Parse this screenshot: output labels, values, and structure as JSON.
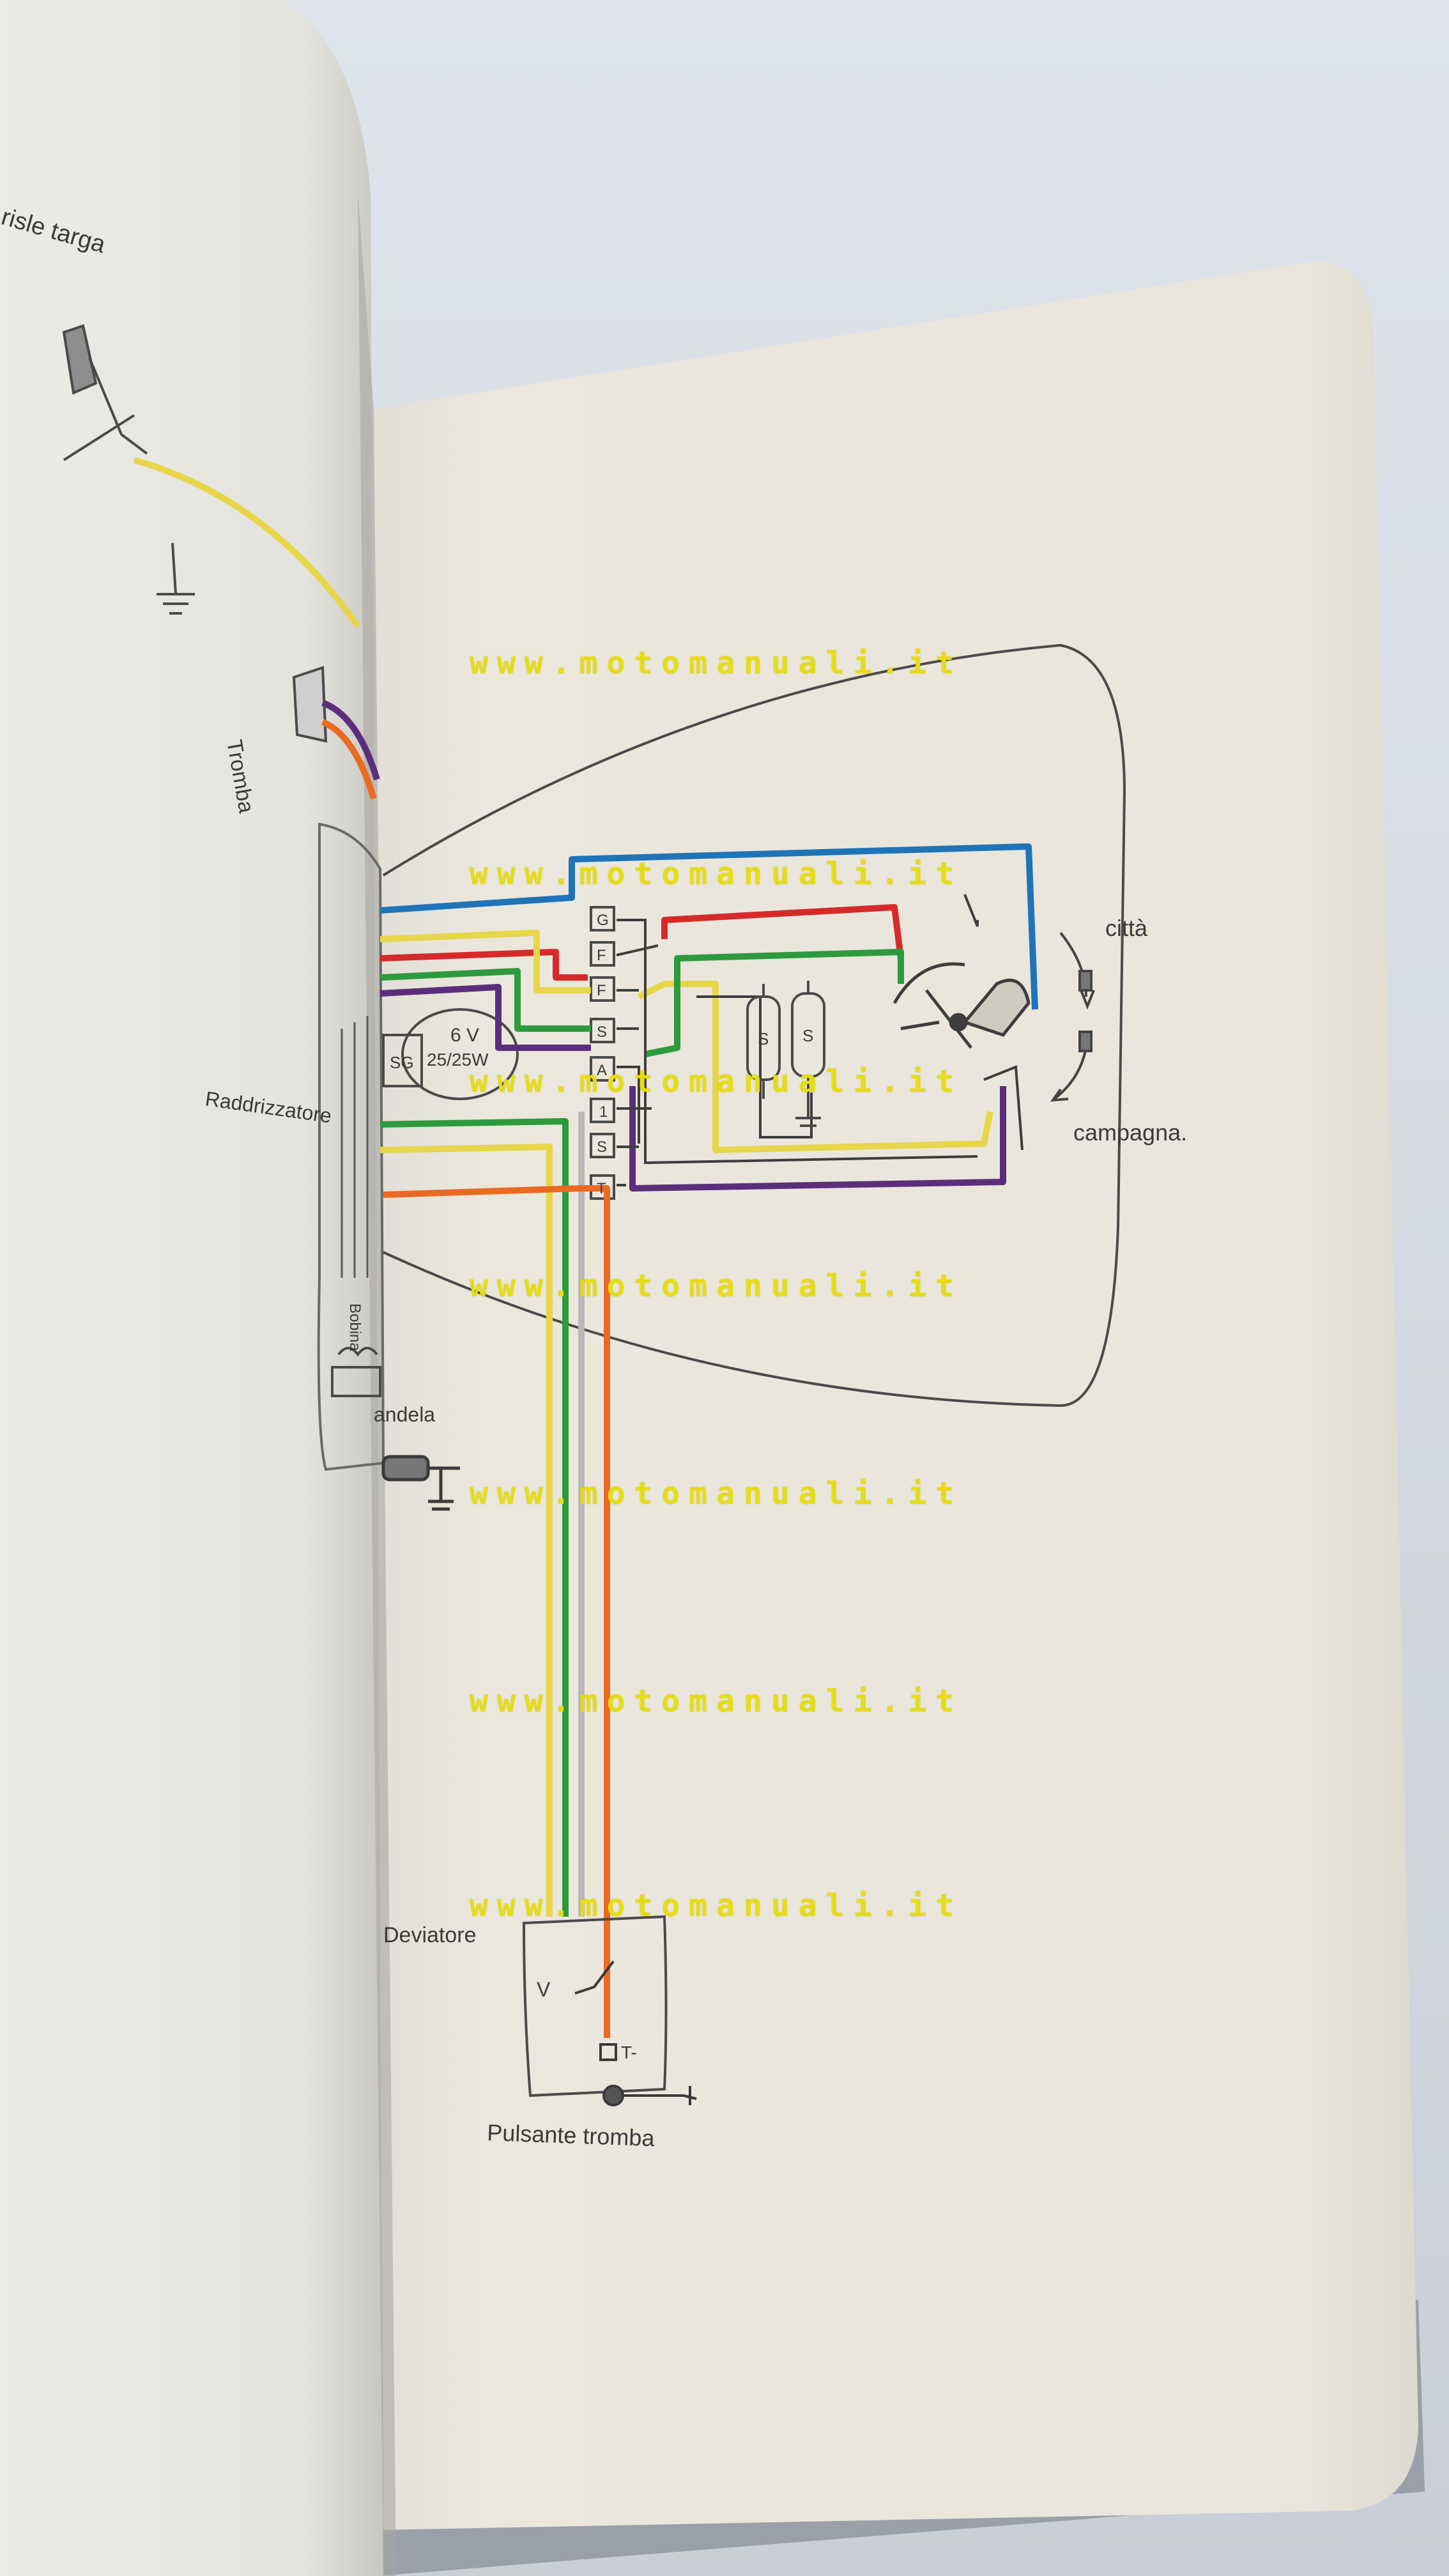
{
  "labels": {
    "targa": "risle targa",
    "tromba": "Tromba",
    "raddrizzatore": "Raddrizzatore",
    "bobina": "Bobina",
    "candela": "andela",
    "citta": "città",
    "campagna": "campagna.",
    "deviatore": "Deviatore",
    "pulsante": "Pulsante tromba",
    "lamp_v": "6 V",
    "lamp_w": "25/25W",
    "lamp_code": "SG",
    "fuse1": "S",
    "fuse2": "S",
    "horn_term": "T-",
    "switch_sym": "V"
  },
  "terminals": [
    "G",
    "F",
    "F",
    "S",
    "A",
    "1",
    "S",
    "T"
  ],
  "watermark": "www.motomanuali.it",
  "wire_colors": {
    "blue": "#1f74b8",
    "red": "#d62a2a",
    "yellow": "#e8d64a",
    "green": "#2e9a3e",
    "purple": "#5b2e7c",
    "orange": "#ea6a22",
    "grey": "#b9b9b9"
  }
}
